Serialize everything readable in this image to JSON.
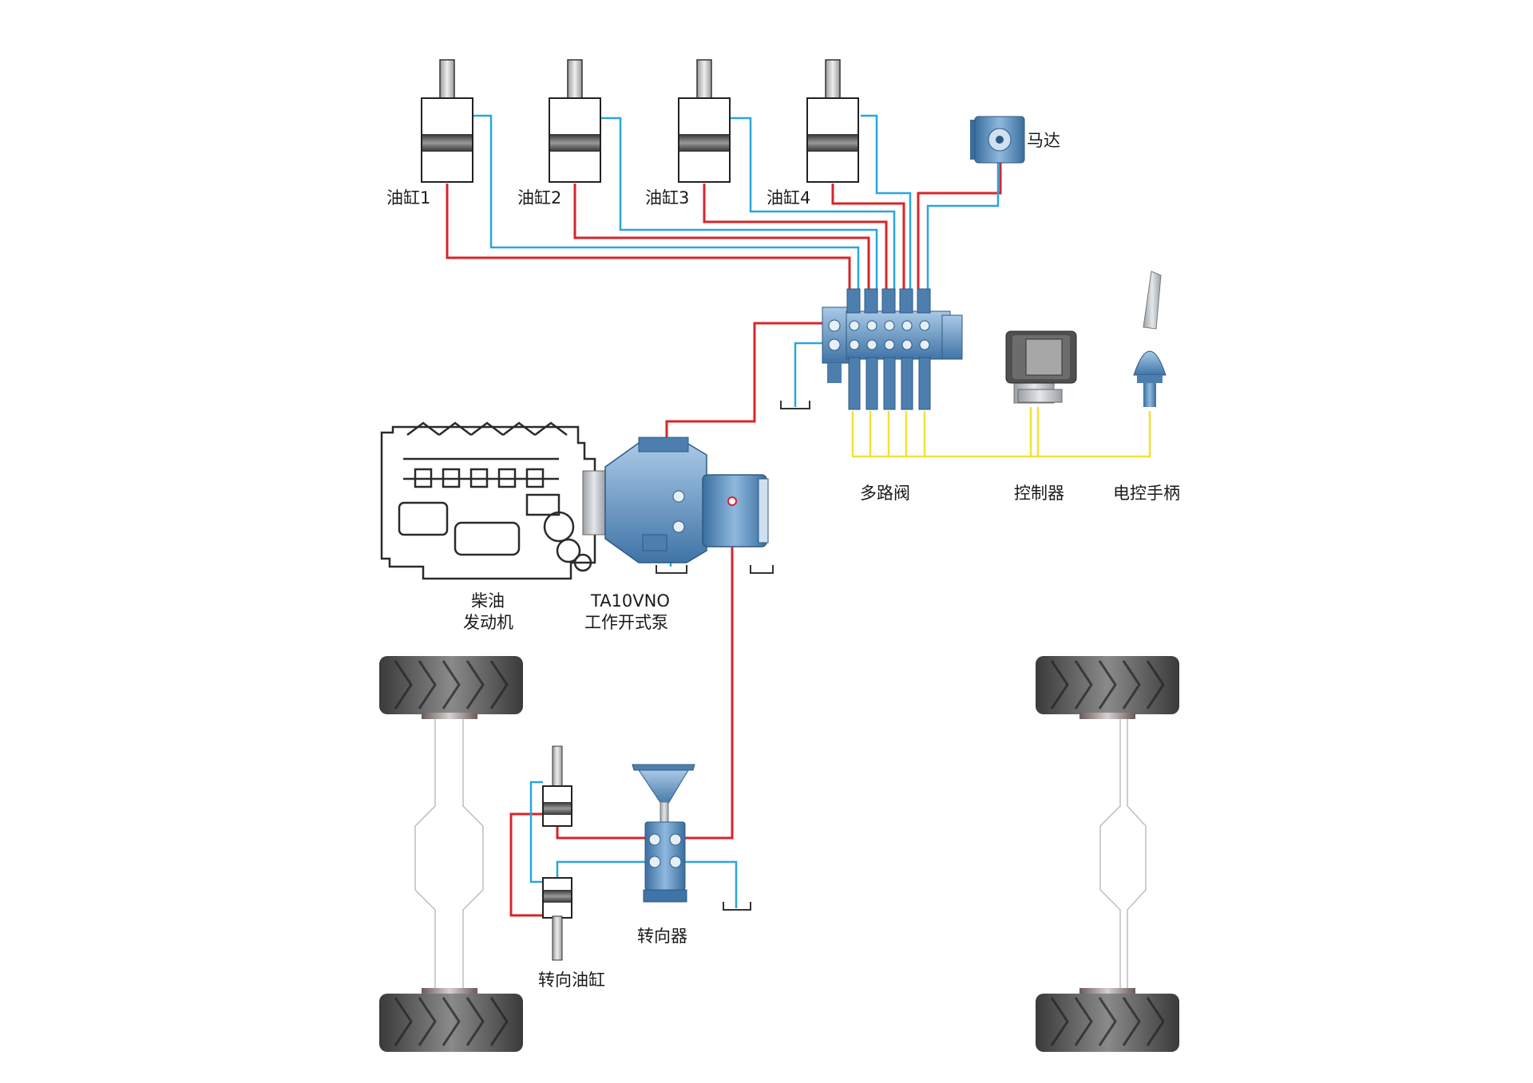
{
  "labels": {
    "cyl1": "油缸1",
    "cyl2": "油缸2",
    "cyl3": "油缸3",
    "cyl4": "油缸4",
    "motor": "马达",
    "valve": "多路阀",
    "controller": "控制器",
    "joystick": "电控手柄",
    "engine_line1": "柴油",
    "engine_line2": "发动机",
    "pump_line1": "TA10VNO",
    "pump_line2": "工作开式泵",
    "steering": "转向器",
    "steer_cyl": "转向油缸"
  },
  "colors": {
    "pressure_line": "#d7252a",
    "return_line": "#2aa6dd",
    "signal_line": "#f2e330",
    "component_blue": "#5b8fc4",
    "component_dark": "#3a6e9e",
    "tire": "#4d4d4d"
  }
}
